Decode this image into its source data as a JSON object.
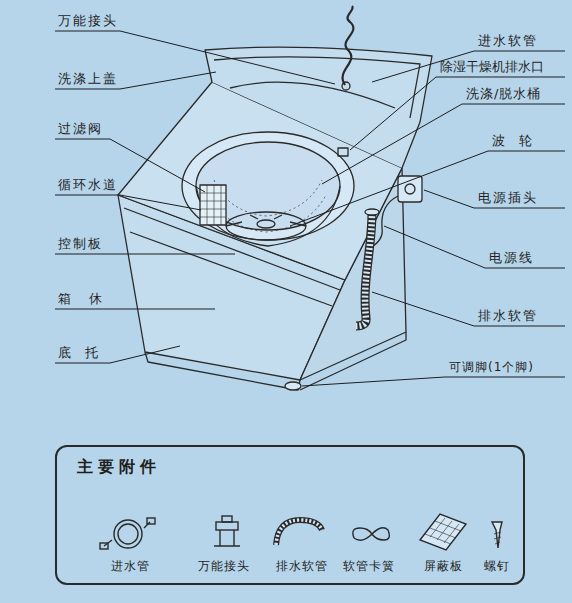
{
  "diagram": {
    "nodes": [
      {
        "text": [
          "主要附件",
          "进水管",
          "万能接头",
          "排水软管",
          "软管卡簧",
          "屏蔽板",
          "螺钉"
        ]
      }
    ],
    "labels": [
      "万能接头",
      "洗涤上盖",
      "过滤阀",
      "循环水道",
      "控制板",
      "箱休",
      "底托",
      "进水软管",
      "除湿干燥机排水口",
      "洗涤/脱水桶",
      "波轮",
      "电源插头",
      "电源线",
      "排水软管",
      "可调脚(1个脚)"
    ]
  }
}
